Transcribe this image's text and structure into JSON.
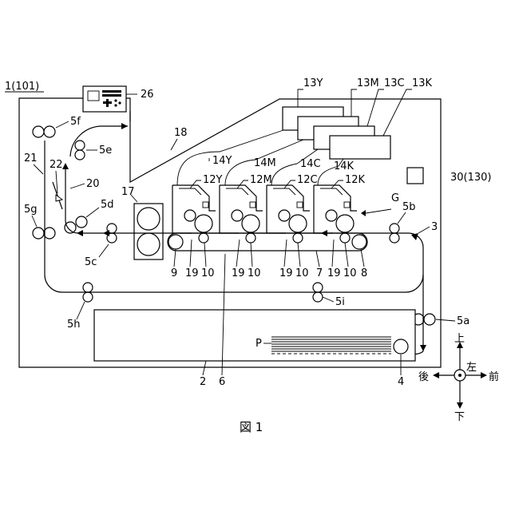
{
  "figure": {
    "caption": "図 1",
    "apparatus_label": "1(101)"
  },
  "labels": {
    "l26": "26",
    "l18": "18",
    "l13Y": "13Y",
    "l13M": "13M",
    "l13C": "13C",
    "l13K": "13K",
    "l14Y": "14Y",
    "l14M": "14M",
    "l14C": "14C",
    "l14K": "14K",
    "l12Y": "12Y",
    "l12M": "12M",
    "l12C": "12C",
    "l12K": "12K",
    "l30": "30(130)",
    "l5f": "5f",
    "l5e": "5e",
    "l22": "22",
    "l21": "21",
    "l20": "20",
    "l17": "17",
    "l5d": "5d",
    "l5g": "5g",
    "lG": "G",
    "l5b": "5b",
    "l3": "3",
    "l5c": "5c",
    "l9": "9",
    "l19a": "19",
    "l10a": "10",
    "l19b": "19",
    "l10b": "10",
    "l19c": "19",
    "l10c": "10",
    "l7": "7",
    "l19d": "19",
    "l10d": "10",
    "l8": "8",
    "l5i": "5i",
    "l5h": "5h",
    "l5a": "5a",
    "lP": "P",
    "l2": "2",
    "l6": "6",
    "l4": "4"
  },
  "directions": {
    "up": "上",
    "down": "下",
    "left": "左",
    "back": "後",
    "front": "前"
  }
}
